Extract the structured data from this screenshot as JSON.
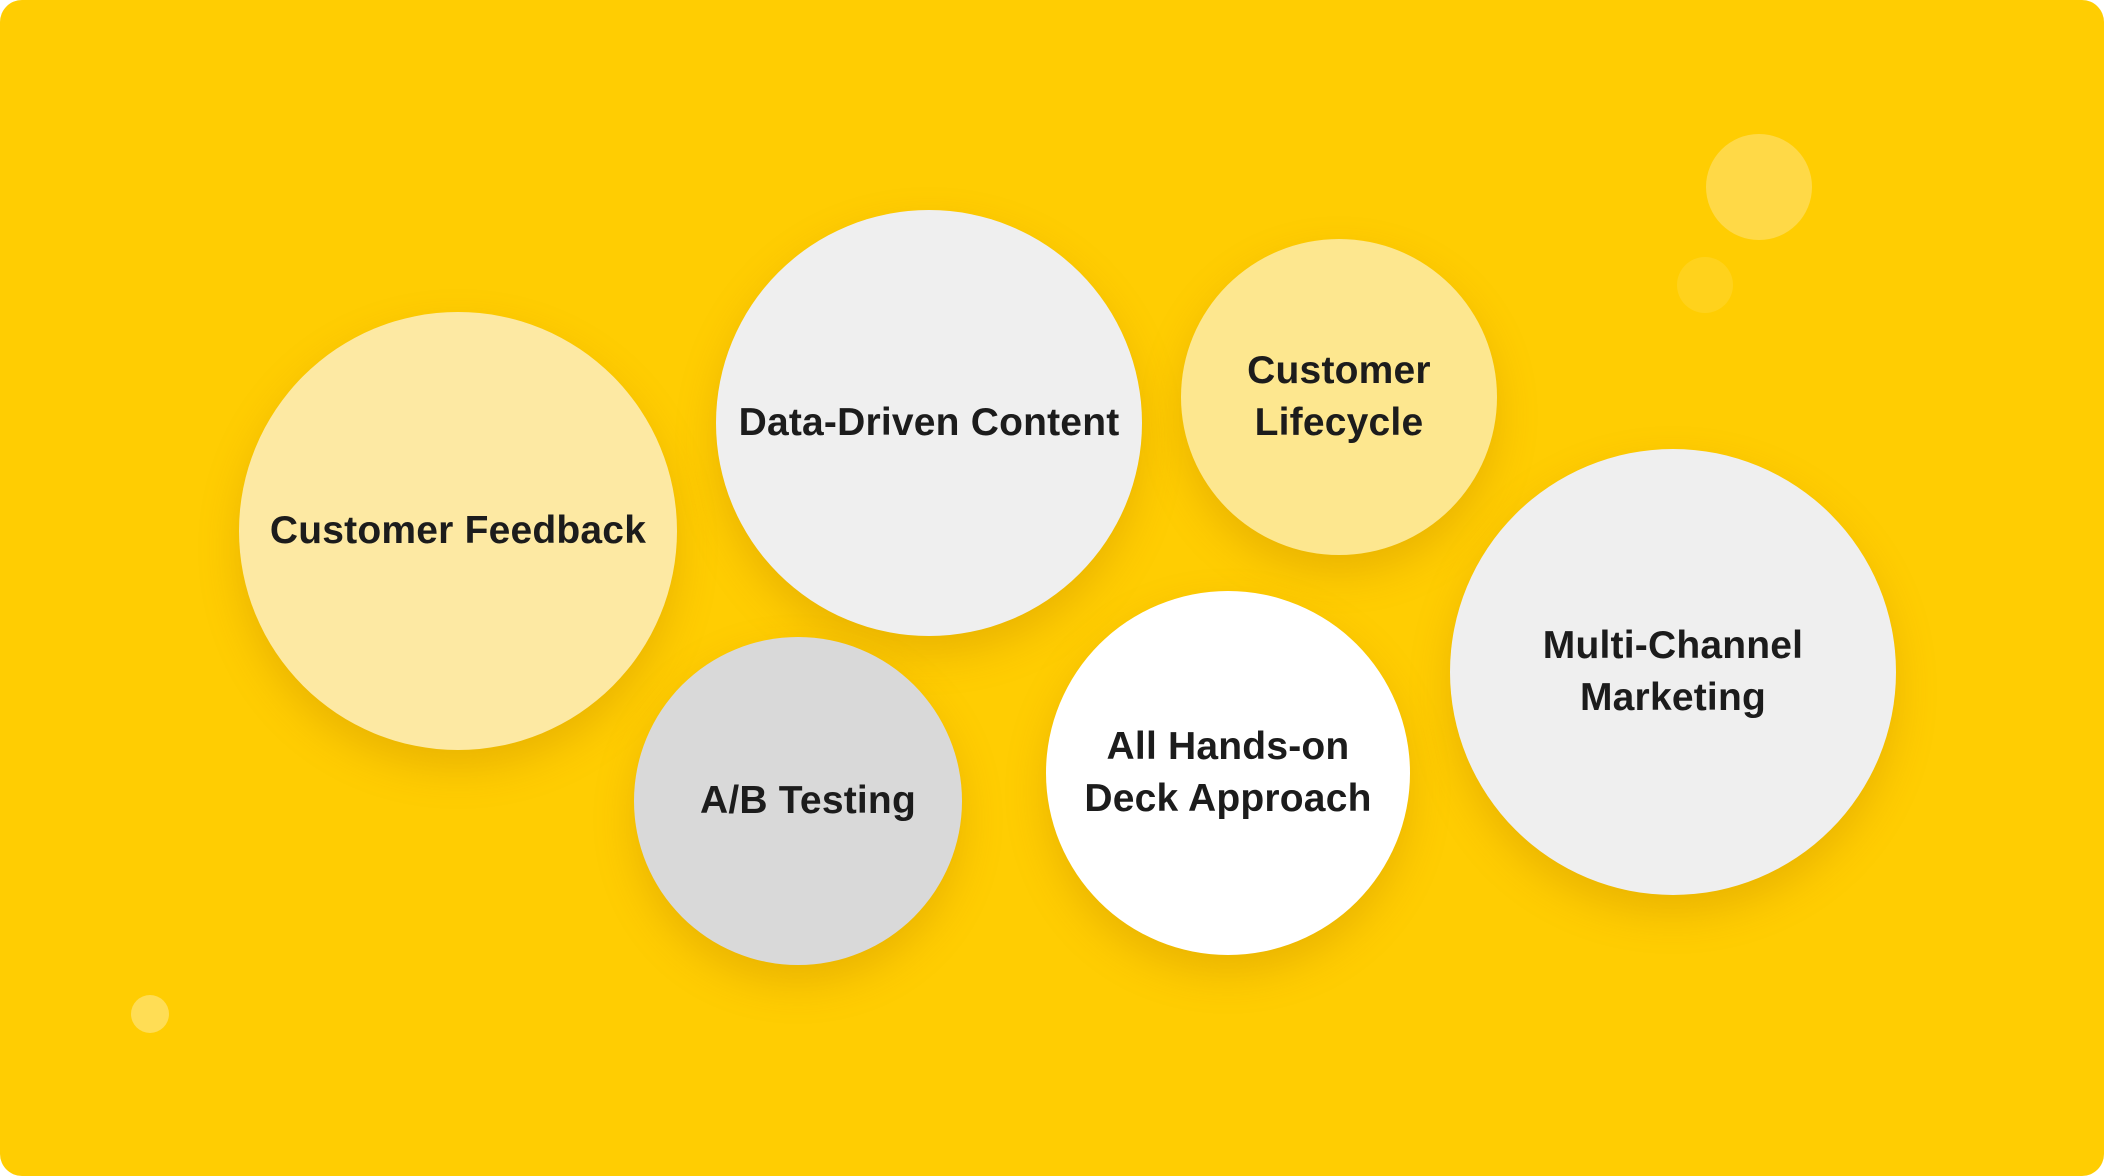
{
  "bubbles": [
    {
      "id": "customer-feedback",
      "label": "Customer Feedback",
      "color": "#FDE9A3"
    },
    {
      "id": "data-driven-content",
      "label": "Data-Driven Content",
      "color": "#EFEFEF"
    },
    {
      "id": "customer-lifecycle",
      "label": "Customer\nLifecycle",
      "color": "#FDE78F"
    },
    {
      "id": "multi-channel-marketing",
      "label": "Multi-Channel\nMarketing",
      "color": "#EFEFEF"
    },
    {
      "id": "ab-testing",
      "label": "A/B Testing",
      "color": "#D9D9D9"
    },
    {
      "id": "all-hands-on-deck",
      "label": "All Hands-on\nDeck Approach",
      "color": "#FFFFFF"
    }
  ],
  "colors": {
    "background": "#FFCD02",
    "decor": "#FFD947"
  }
}
